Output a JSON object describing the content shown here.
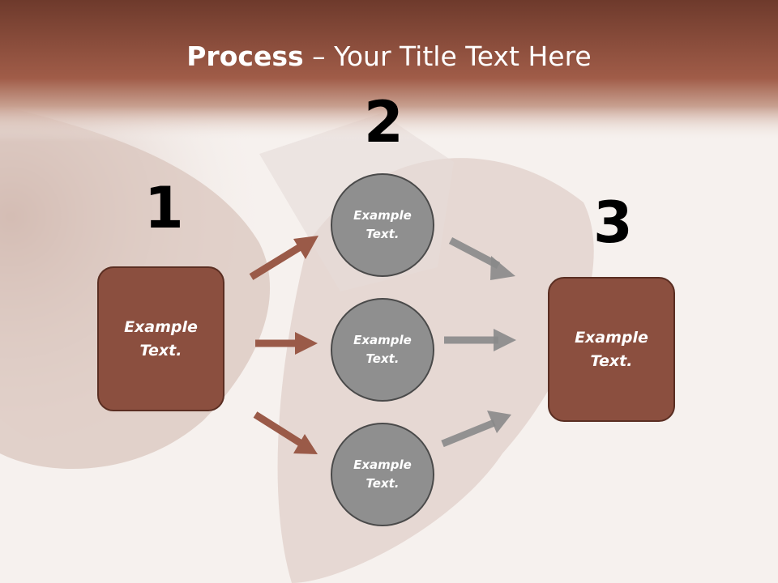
{
  "title": {
    "bold": "Process",
    "rest": " – Your Title Text Here"
  },
  "steps": {
    "one": "1",
    "two": "2",
    "three": "3"
  },
  "boxes": {
    "left": {
      "line1": "Example",
      "line2": "Text."
    },
    "right": {
      "line1": "Example",
      "line2": "Text."
    }
  },
  "circles": [
    {
      "line1": "Example",
      "line2": "Text."
    },
    {
      "line1": "Example",
      "line2": "Text."
    },
    {
      "line1": "Example",
      "line2": "Text."
    }
  ],
  "colors": {
    "header": "#7a3f2f",
    "box": "#8b4f3f",
    "circle": "#8f8f8f",
    "arrow_brown": "#9a5a48",
    "arrow_gray": "#8a8a8a"
  }
}
